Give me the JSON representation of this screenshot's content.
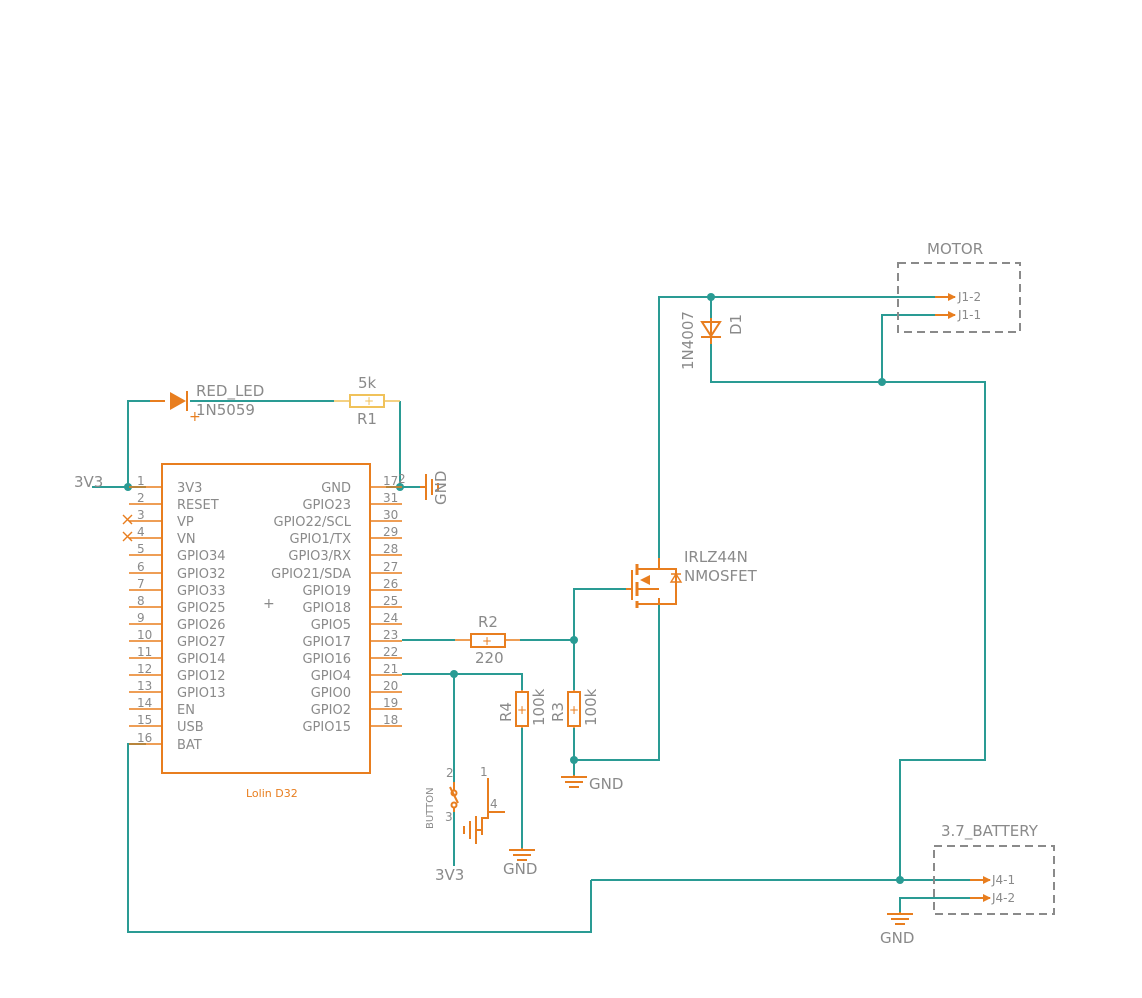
{
  "schematic": {
    "mcu": {
      "name": "Lolin D32",
      "left_pins": [
        {
          "num": "1",
          "label": "3V3"
        },
        {
          "num": "2",
          "label": "RESET"
        },
        {
          "num": "3",
          "label": "VP"
        },
        {
          "num": "4",
          "label": "VN"
        },
        {
          "num": "5",
          "label": "GPIO34"
        },
        {
          "num": "6",
          "label": "GPIO32"
        },
        {
          "num": "7",
          "label": "GPIO33"
        },
        {
          "num": "8",
          "label": "GPIO25"
        },
        {
          "num": "9",
          "label": "GPIO26"
        },
        {
          "num": "10",
          "label": "GPIO27"
        },
        {
          "num": "11",
          "label": "GPIO14"
        },
        {
          "num": "12",
          "label": "GPIO12"
        },
        {
          "num": "13",
          "label": "GPIO13"
        },
        {
          "num": "14",
          "label": "EN"
        },
        {
          "num": "15",
          "label": "USB"
        },
        {
          "num": "16",
          "label": "BAT"
        }
      ],
      "right_pins": [
        {
          "num": "17",
          "label": "GND"
        },
        {
          "num": "31",
          "label": "GPIO23"
        },
        {
          "num": "30",
          "label": "GPIO22/SCL"
        },
        {
          "num": "29",
          "label": "GPIO1/TX"
        },
        {
          "num": "28",
          "label": "GPIO3/RX"
        },
        {
          "num": "27",
          "label": "GPIO21/SDA"
        },
        {
          "num": "26",
          "label": "GPIO19"
        },
        {
          "num": "25",
          "label": "GPIO18"
        },
        {
          "num": "24",
          "label": "GPIO5"
        },
        {
          "num": "23",
          "label": "GPIO17"
        },
        {
          "num": "22",
          "label": "GPIO16"
        },
        {
          "num": "21",
          "label": "GPIO4"
        },
        {
          "num": "20",
          "label": "GPIO0"
        },
        {
          "num": "19",
          "label": "GPIO2"
        },
        {
          "num": "18",
          "label": "GPIO15"
        }
      ],
      "gnd_pin_extra": "2"
    },
    "supply": {
      "left_3v3": "3V3",
      "button_3v3": "3V3",
      "gnd_top": "GND",
      "gnd_r4": "GND",
      "gnd_r3": "GND",
      "gnd_battery": "GND"
    },
    "led": {
      "name": "RED_LED",
      "value": "1N5059"
    },
    "r1": {
      "name": "R1",
      "value": "5k"
    },
    "r2": {
      "name": "R2",
      "value": "220"
    },
    "r3": {
      "name": "R3",
      "value": "100k"
    },
    "r4": {
      "name": "R4",
      "value": "100k"
    },
    "button": {
      "name": "BUTTON",
      "pin1": "1",
      "pin2": "2",
      "pin3": "3",
      "pin4": "4"
    },
    "mosfet": {
      "name": "IRLZ44N",
      "value": "NMOSFET"
    },
    "diode": {
      "name": "D1",
      "value": "1N4007"
    },
    "motor": {
      "name": "MOTOR",
      "pin_a": "J1-2",
      "pin_b": "J1-1"
    },
    "battery": {
      "name": "3.7_BATTERY",
      "pin_a": "J4-1",
      "pin_b": "J4-2"
    }
  },
  "colors": {
    "wire": "#2a9b94",
    "part": "#e87e1f",
    "label": "#8a8a8a"
  }
}
